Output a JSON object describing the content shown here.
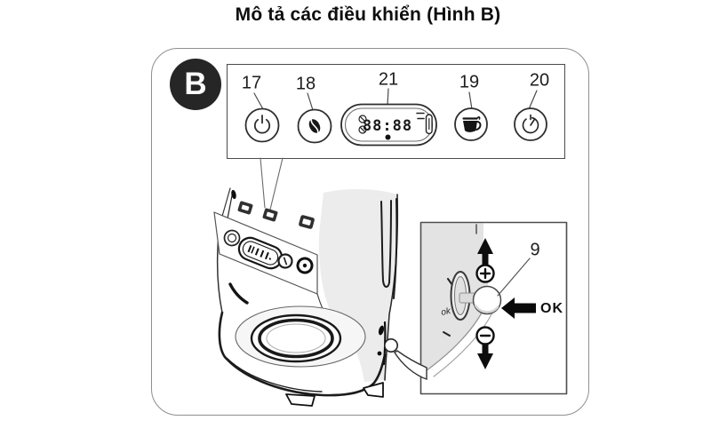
{
  "title": "Mô tả các điều khiển (Hình B)",
  "figure_label": "B",
  "control_panel": {
    "items": [
      {
        "number": "17",
        "icon": "power-icon"
      },
      {
        "number": "18",
        "icon": "coffee-bean-icon"
      },
      {
        "number": "21",
        "icon": "lcd-display"
      },
      {
        "number": "19",
        "icon": "carafe-icon"
      },
      {
        "number": "20",
        "icon": "auto-timer-icon"
      }
    ],
    "display": {
      "value": "88:88",
      "side_icons": [
        "clock-icon",
        "clock-icon",
        "double-dash",
        "thermometer-icon",
        "dot-indicator"
      ]
    }
  },
  "detail_callout": {
    "part_number": "9",
    "ok_label": "OK",
    "panel_mark": "ok",
    "icons": [
      "plus-icon",
      "minus-icon",
      "up-arrow-icon",
      "down-arrow-icon",
      "ok-arrow-icon",
      "selector-knob"
    ]
  },
  "colors": {
    "badge_bg": "#262626",
    "badge_text": "#ffffff",
    "line": "#2b2b2b",
    "frame_border": "#8f8f8f",
    "panel_gray": "#e3e3e3"
  }
}
